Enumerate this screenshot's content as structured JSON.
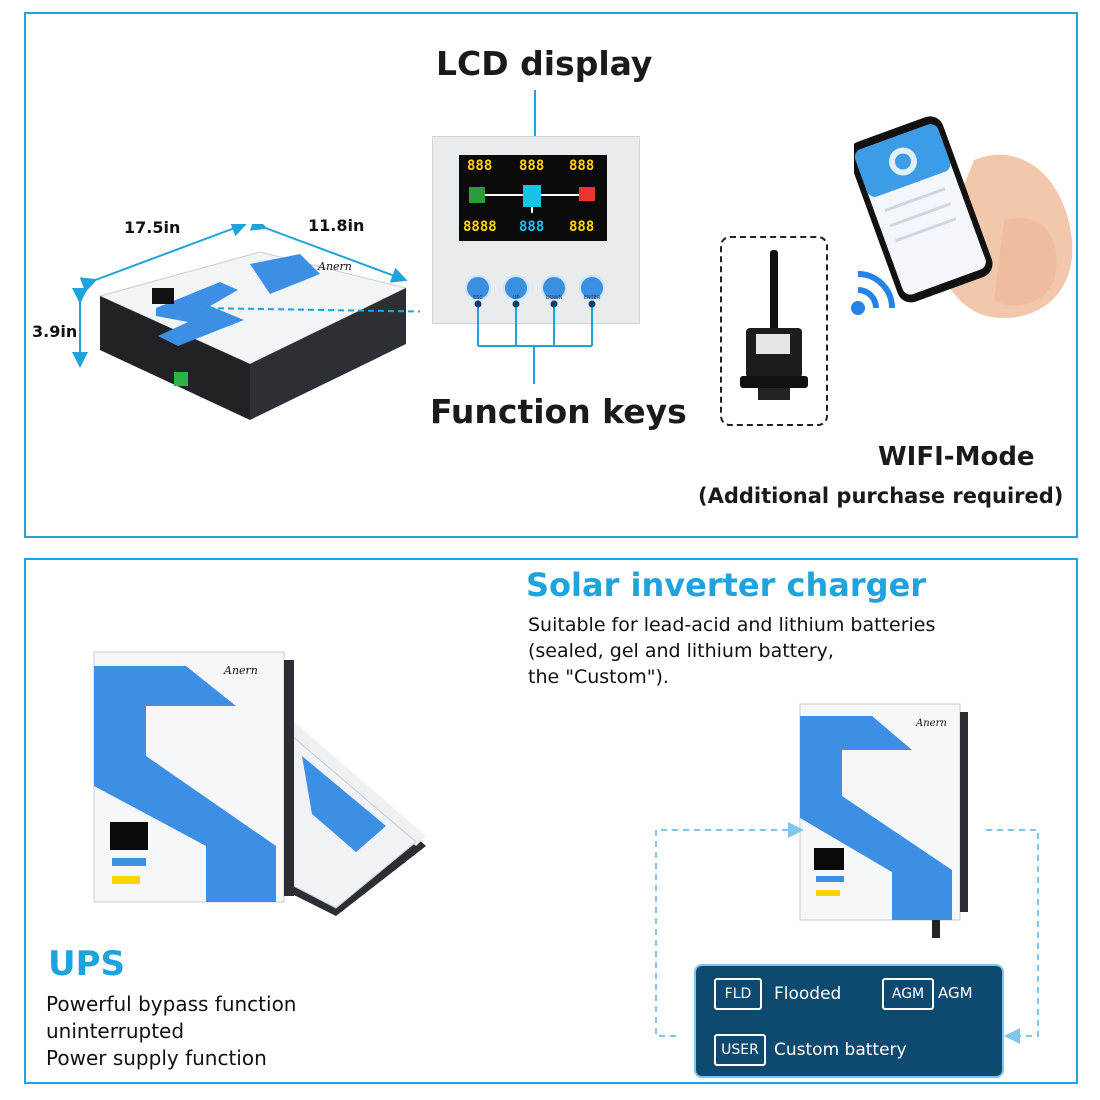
{
  "top": {
    "lcd_title": "LCD display",
    "function_keys_title": "Function keys",
    "dimensions": {
      "length": "17.5in",
      "width": "11.8in",
      "height": "3.9in"
    },
    "keys": [
      "ESC",
      "UP",
      "DOWN",
      "ENTER"
    ],
    "lcd_readouts": [
      "888",
      "888",
      "888",
      "8888",
      "888",
      "888"
    ],
    "brand": "Anern",
    "wifi_title": "WIFI-Mode",
    "wifi_note": "(Additional purchase required)"
  },
  "bottom": {
    "solar_title": "Solar inverter charger",
    "solar_desc_lines": [
      "Suitable for lead-acid and lithium batteries",
      "(sealed, gel and lithium battery,",
      "the \"Custom\")."
    ],
    "ups_title": "UPS",
    "ups_desc_lines": [
      "Powerful bypass function",
      "uninterrupted",
      "Power supply function"
    ],
    "brand": "Anern",
    "battery_types": [
      {
        "code": "FLD",
        "label": "Flooded"
      },
      {
        "code": "AGM",
        "label": "AGM"
      },
      {
        "code": "USER",
        "label": "Custom battery"
      }
    ]
  },
  "colors": {
    "accent": "#1fa3dc",
    "brand_blue": "#3d8fe6",
    "battery_box": "#0e4a70"
  }
}
